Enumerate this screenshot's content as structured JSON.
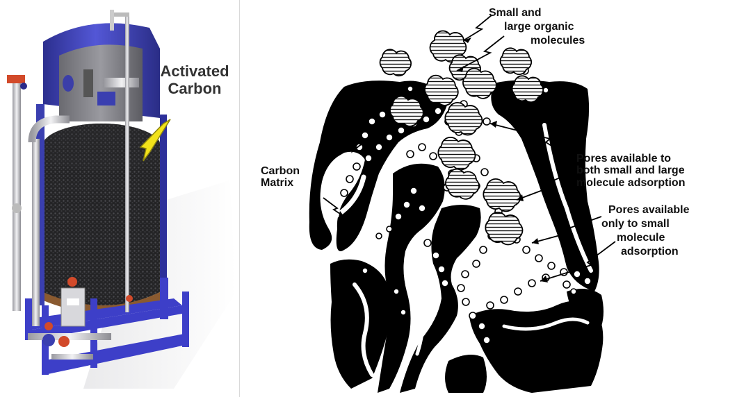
{
  "filter_illustration": {
    "label_line1": "Activated",
    "label_line2": "Carbon"
  },
  "pore_diagram": {
    "small_large_molecules": [
      "Small and",
      "large organic",
      "molecules"
    ],
    "carbon_matrix": [
      "Carbon",
      "Matrix"
    ],
    "pores_both": [
      "Pores available to",
      "both small and large",
      "molecule adsorption"
    ],
    "pores_small_only": [
      "Pores available",
      "only to small",
      "molecule",
      "adsorption"
    ]
  },
  "colors": {
    "tank_blue": "#3a3fb0",
    "frame_blue": "#3d3fc8",
    "pipe_gray": "#c8c8cc",
    "carbon_black": "#1d1d1f",
    "arrow_yellow": "#f2e21a",
    "valve_red": "#d24a2a"
  }
}
